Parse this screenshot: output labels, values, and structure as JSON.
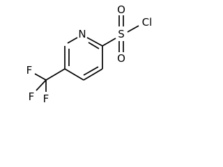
{
  "molecule": {
    "atoms": {
      "n1": "N",
      "s1": "S",
      "o_top": "O",
      "o_bottom": "O",
      "cl1": "Cl",
      "f_left": "F",
      "f_bottom": "F",
      "f_lower": "F"
    }
  },
  "colors": {
    "bond": "#000000",
    "label": "#000000",
    "background": "#ffffff"
  }
}
